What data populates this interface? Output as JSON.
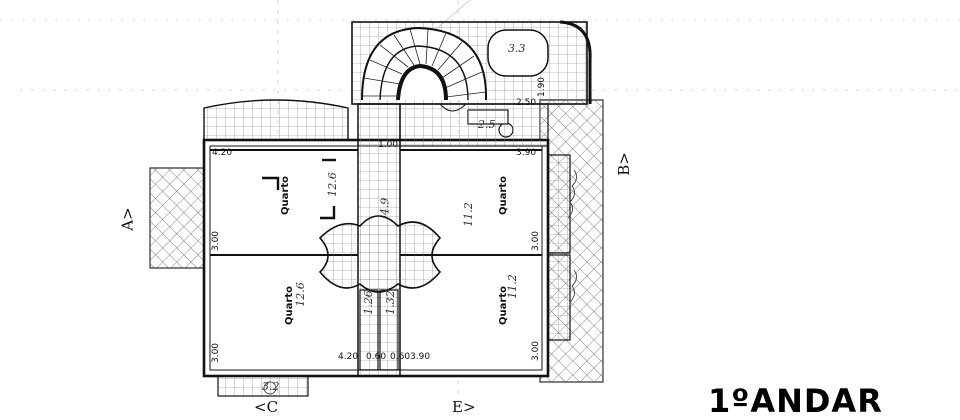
{
  "floor_title": "1ºANDAR",
  "rooms": [
    {
      "label": "Quarto",
      "area_note": "12.6"
    },
    {
      "label": "Quarto",
      "area_note": "11.2"
    },
    {
      "label": "Quarto",
      "area_note": "12.6"
    },
    {
      "label": "Quarto",
      "area_note": "11.2"
    }
  ],
  "dimensions": {
    "d1": "4.20",
    "d2": "3.00",
    "d3": "3.90",
    "d4": "3.00",
    "d5": "3.00",
    "d6": "4.20",
    "d7": "0.60",
    "d8": "0.60",
    "d9": "3.90",
    "d10": "3.00",
    "d11": "1.00",
    "d12": "1.90",
    "d13": "2.50"
  },
  "section_marks": {
    "a": "A>",
    "b": "B>",
    "c": "<C",
    "e": "E>"
  },
  "notes": {
    "bath1": "3.3",
    "bath2": "2.5",
    "hall": "4.9",
    "small1": "1.26",
    "small2": "1.32",
    "bottom": "3.2"
  }
}
